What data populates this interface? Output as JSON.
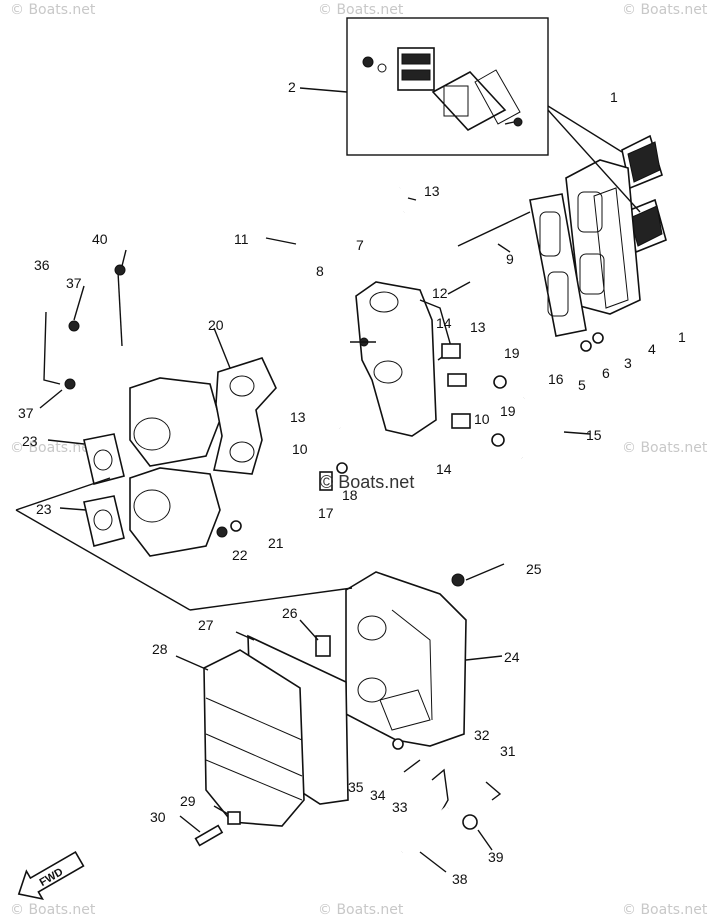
{
  "watermarks": {
    "top_left": "© Boats.net",
    "top_mid": "© Boats.net",
    "top_right": "© Boats.net",
    "mid_left": "© Boats.net",
    "mid_right": "© Boats.net",
    "center": "© Boats.net",
    "bottom_left": "© Boats.net",
    "bottom_mid": "© Boats.net",
    "bottom_right": "© Boats.net"
  },
  "fwd_label": "FWD",
  "callouts": [
    "1",
    "2",
    "1",
    "3",
    "4",
    "5",
    "6",
    "7",
    "8",
    "40",
    "36",
    "37",
    "11",
    "13",
    "9",
    "12",
    "20",
    "14",
    "13",
    "19",
    "37",
    "16",
    "10",
    "13",
    "10",
    "19",
    "15",
    "23",
    "14",
    "18",
    "17",
    "23",
    "21",
    "22",
    "25",
    "26",
    "27",
    "24",
    "28",
    "32",
    "31",
    "35",
    "34",
    "33",
    "29",
    "30",
    "38",
    "39"
  ]
}
